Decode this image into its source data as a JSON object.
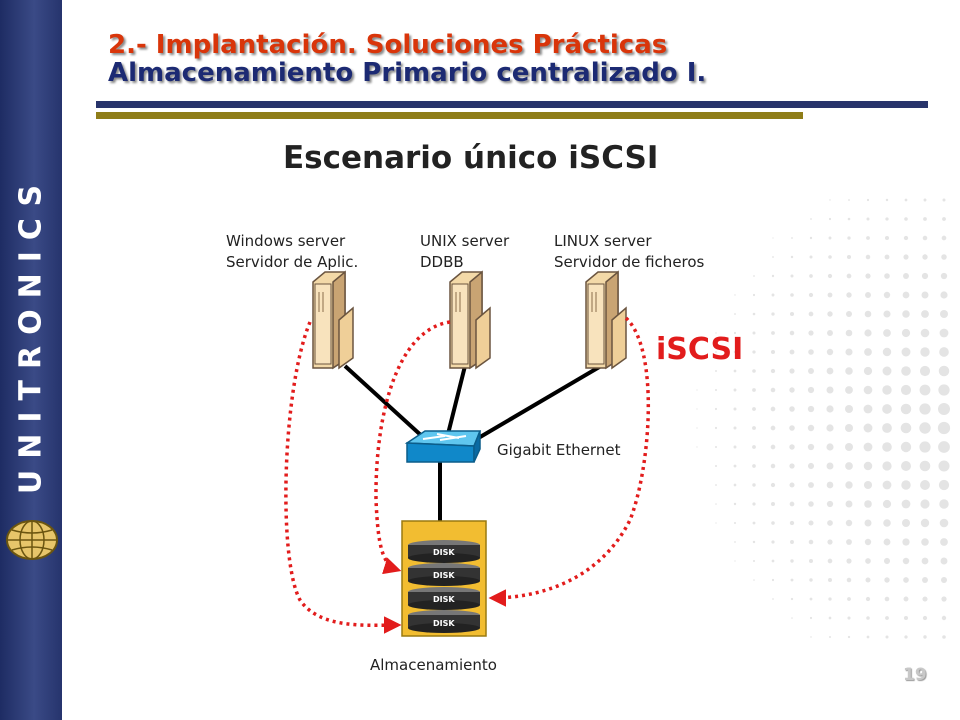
{
  "header": {
    "title_line1": "2.- Implantación. Soluciones Prácticas",
    "title_line2": "Almacenamiento Primario centralizado I.",
    "title_line1_color": "#d9350a",
    "title_line2_color": "#1c2a73"
  },
  "sidebar": {
    "brand": "UNITRONICS",
    "logo_icon": "globe-icon"
  },
  "diagram": {
    "heading": "Escenario único iSCSI",
    "servers": [
      {
        "line1": "Windows server",
        "line2": "Servidor de Aplic.",
        "icon": "tower-server-icon"
      },
      {
        "line1": "UNIX server",
        "line2": "DDBB",
        "icon": "tower-server-icon"
      },
      {
        "line1": "LINUX server",
        "line2": "Servidor de ficheros",
        "icon": "tower-server-icon"
      }
    ],
    "protocol_label": "iSCSI",
    "protocol_color": "#e21c1c",
    "switch_label": "Gigabit Ethernet",
    "switch_icon": "network-switch-icon",
    "storage_label": "Almacenamiento",
    "disk_labels": [
      "DISK",
      "DISK",
      "DISK",
      "DISK"
    ]
  },
  "footer": {
    "page_number": "19"
  }
}
